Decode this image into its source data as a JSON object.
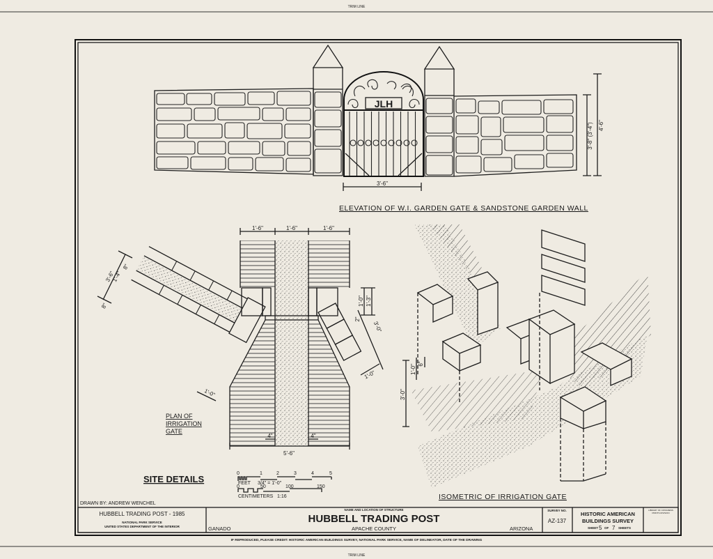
{
  "sheet": {
    "trim_line_top": "TRIM LINE",
    "trim_line_bottom": "TRIM LINE",
    "credit_line": "IF REPRODUCED, PLEASE CREDIT: HISTORIC AMERICAN BUILDINGS SURVEY, NATIONAL PARK SERVICE, NAME OF DELINEATOR, DATE OF THE DRAWING"
  },
  "elevation": {
    "caption": "ELEVATION OF W.I. GARDEN GATE & SANDSTONE GARDEN WALL",
    "gate_monogram": "JLH",
    "dim_gate_width": "3'-6\"",
    "dim_wall_height": "3'-8\" (3'-4\")",
    "dim_pier_height": "4'-6\""
  },
  "plan": {
    "caption_lines": [
      "PLAN OF",
      "IRRIGATION",
      "GATE"
    ],
    "dims_top": [
      "1'-6\"",
      "1'-6\"",
      "1'-6\""
    ],
    "dim_bottom": "5'-6\"",
    "dim_bottom_left": "4\"",
    "dim_bottom_right": "4\"",
    "dims_left": [
      "3'-6\"",
      "1'-4\"",
      "8\"",
      "8\""
    ],
    "dim_left_block": "1'-0\"",
    "dims_right": [
      "1'-0\"",
      "1'-3\"",
      "2\"",
      "3'-0\""
    ],
    "dim_right_block": "1'-0\""
  },
  "isometric": {
    "caption": "ISOMETRIC OF IRRIGATION GATE",
    "dims": [
      "1'-0\"",
      "6\"",
      "3'-0\""
    ]
  },
  "site_details": {
    "title": "SITE DETAILS",
    "scale_feet_ticks": [
      "0",
      "1",
      "2",
      "3",
      "4",
      "5"
    ],
    "scale_feet_label": "FEET",
    "scale_feet_ratio": "3/4\" = 1'-0\"",
    "scale_cm_ticks": [
      "0",
      "50",
      "100",
      "150"
    ],
    "scale_cm_label": "CENTIMETERS",
    "scale_cm_ratio": "1:16"
  },
  "title_block": {
    "drawn_by": "DRAWN BY: ANDREW WENCHEL",
    "project_year": "HUBBELL TRADING POST - 1985",
    "agency": "NATIONAL PARK SERVICE",
    "department": "UNITED STATES DEPARTMENT OF THE INTERIOR",
    "name_location_label": "NAME AND LOCATION OF STRUCTURE",
    "structure_name": "HUBBELL TRADING POST",
    "city": "GANADO",
    "county": "APACHE COUNTY",
    "state": "ARIZONA",
    "survey_no_label": "SURVEY NO.",
    "survey_no": "AZ-137",
    "survey_name_1": "HISTORIC AMERICAN",
    "survey_name_2": "BUILDINGS SURVEY",
    "sheet_label": "SHEET",
    "sheet_number": "5",
    "sheet_of": "OF",
    "sheet_total": "7",
    "sheets_label": "SHEETS",
    "library_label_1": "LIBRARY OF CONGRESS",
    "library_label_2": "PRINTS DIVISION"
  }
}
